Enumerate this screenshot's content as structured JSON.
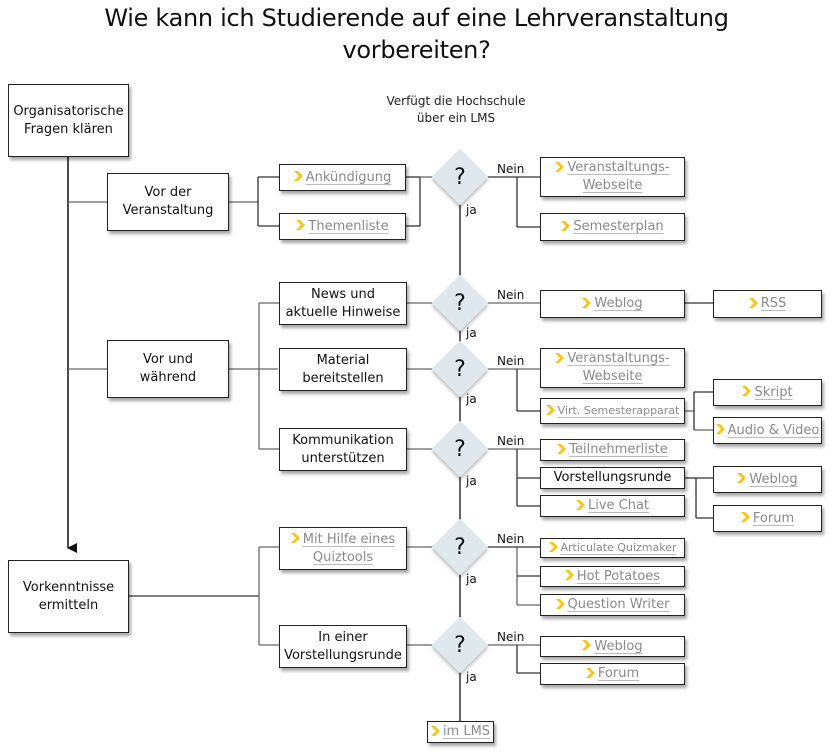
{
  "title_line1": "Wie kann ich Studierende auf eine Lehrveranstaltung",
  "title_line2": "vorbereiten?",
  "question": {
    "line1": "Verfügt die Hochschule",
    "line2": "über ein LMS"
  },
  "colors": {
    "diamond_fill": "#dfe8ec",
    "link_arrow": "#f5c518",
    "link_text": "#8a8a8a",
    "box_border": "#222222"
  },
  "decision": {
    "symbol": "?",
    "yes": "ja",
    "no": "Nein"
  },
  "main_steps": {
    "organisatorisch": {
      "line1": "Organisatorische",
      "line2": "Fragen klären"
    },
    "vorkenntnisse": {
      "line1": "Vorkenntnisse",
      "line2": "ermitteln"
    }
  },
  "phases": {
    "vor": {
      "line1": "Vor der",
      "line2": "Veranstaltung"
    },
    "waehrend": {
      "line1": "Vor und",
      "line2": "während"
    }
  },
  "tasks": {
    "ankuendigung": "Ankündigung",
    "themenliste": "Themenliste",
    "news": {
      "line1": "News und",
      "line2": "aktuelle Hinweise"
    },
    "material": {
      "line1": "Material",
      "line2": "bereitstellen"
    },
    "kommunikation": {
      "line1": "Kommunikation",
      "line2": "unterstützen"
    },
    "quiztools": {
      "line1": "Mit Hilfe eines",
      "line2": "Quiztools"
    },
    "vorstellungsrunde": {
      "line1": "In einer",
      "line2": "Vorstellungsrunde"
    }
  },
  "alternatives": {
    "veranstaltungswebseite1": {
      "line1": "Veranstaltungs-",
      "line2": "Webseite"
    },
    "semesterplan": "Semesterplan",
    "weblog_news": "Weblog",
    "rss": "RSS",
    "veranstaltungswebseite2": {
      "line1": "Veranstaltungs-",
      "line2": "Webseite"
    },
    "virt_semesterapparat": "Virt. Semesterapparat",
    "skript": "Skript",
    "audio_video": "Audio & Video",
    "teilnehmerliste": "Teilnehmerliste",
    "vorstellungsrunde_plain": "Vorstellungsrunde",
    "live_chat": "Live Chat",
    "weblog_komm": "Weblog",
    "forum_komm": "Forum",
    "articulate": "Articulate Quizmaker",
    "hot_potatoes": "Hot Potatoes",
    "question_writer": "Question Writer",
    "weblog_vor": "Weblog",
    "forum_vor": "Forum",
    "im_lms": "im LMS"
  }
}
